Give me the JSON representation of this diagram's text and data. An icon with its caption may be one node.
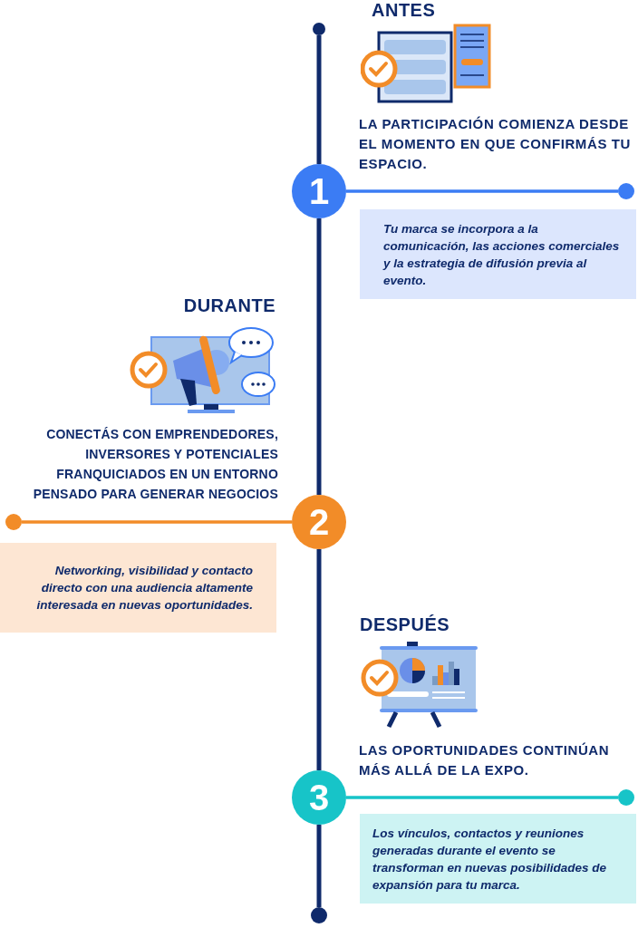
{
  "diagram": {
    "nodes": [
      {
        "text": [],
        "shape": "circle"
      },
      {
        "text": [
          "1"
        ]
      },
      {
        "text": [],
        "shape": "circle"
      },
      {
        "text": [
          "Tu marca se incorpora a la comunicación, las acciones comerciales y la estrategia de difusión previa al evento."
        ]
      },
      {
        "text": [],
        "shape": "circle"
      },
      {
        "text": [
          "2"
        ]
      },
      {
        "text": [
          "Networking, visibilidad y contacto directo con una audiencia altamente interesada en nuevas oportunidades."
        ]
      },
      {
        "text": [
          "3"
        ]
      },
      {
        "text": [],
        "shape": "circle"
      },
      {
        "text": [
          "Los vínculos, contactos y reuniones generadas durante el evento se transforman en nuevas posibilidades de expansión para tu marca."
        ]
      },
      {
        "text": [],
        "shape": "circle"
      }
    ],
    "edges": [
      {
        "from": 0,
        "to": 1,
        "arrow": "none"
      },
      {
        "from": 1,
        "to": 2,
        "arrow": "none",
        "color": "#3b7cf4"
      },
      {
        "from": 1,
        "to": 5,
        "arrow": "none"
      },
      {
        "from": 5,
        "to": 4,
        "arrow": "none",
        "color": "#f28c28"
      },
      {
        "from": 5,
        "to": 7,
        "arrow": "none"
      },
      {
        "from": 7,
        "to": 8,
        "arrow": "none",
        "color": "#17c4c8"
      },
      {
        "from": 7,
        "to": 10,
        "arrow": "none"
      }
    ],
    "labels": [
      "ANTES",
      "LA PARTICIPACIÓN COMIENZA DESDE EL MOMENTO EN QUE CONFIRMÁS TU ESPACIO.",
      "DURANTE",
      "CONECTÁS CON EMPRENDEDORES, INVERSORES Y POTENCIALES FRANQUICIADOS EN UN ENTORNO PENSADO PARA GENERAR NEGOCIOS",
      "DESPUÉS",
      "LAS OPORTUNIDADES CONTINÚAN MÁS ALLÁ DE LA EXPO."
    ]
  }
}
